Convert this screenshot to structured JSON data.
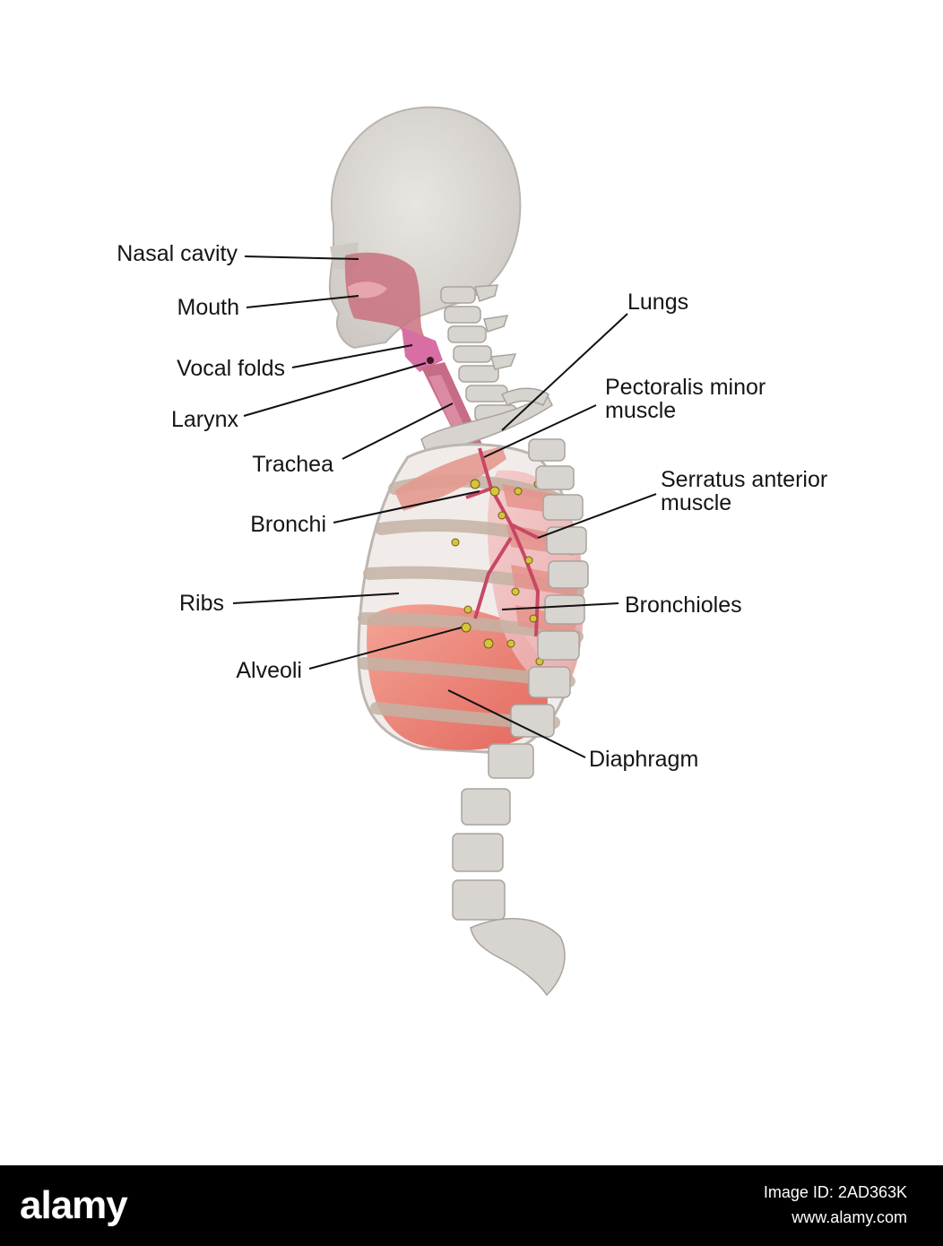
{
  "labels": {
    "nasal_cavity": "Nasal cavity",
    "mouth": "Mouth",
    "vocal_folds": "Vocal folds",
    "larynx": "Larynx",
    "trachea": "Trachea",
    "bronchi": "Bronchi",
    "ribs": "Ribs",
    "alveoli": "Alveoli",
    "lungs": "Lungs",
    "pectoralis_l1": "Pectoralis minor",
    "pectoralis_l2": "muscle",
    "serratus_l1": "Serratus anterior",
    "serratus_l2": "muscle",
    "bronchioles": "Bronchioles",
    "diaphragm": "Diaphragm"
  },
  "footer": {
    "brand": "alamy",
    "image_id": "Image ID: 2AD363K",
    "site": "www.alamy.com"
  },
  "colors": {
    "bone": "#dad6d2",
    "muscle": "#e3918c",
    "airway": "#c8607a",
    "diaphragm": "#ef7a6a",
    "alveoli": "#d9c23a",
    "footer_bg": "#000000"
  }
}
